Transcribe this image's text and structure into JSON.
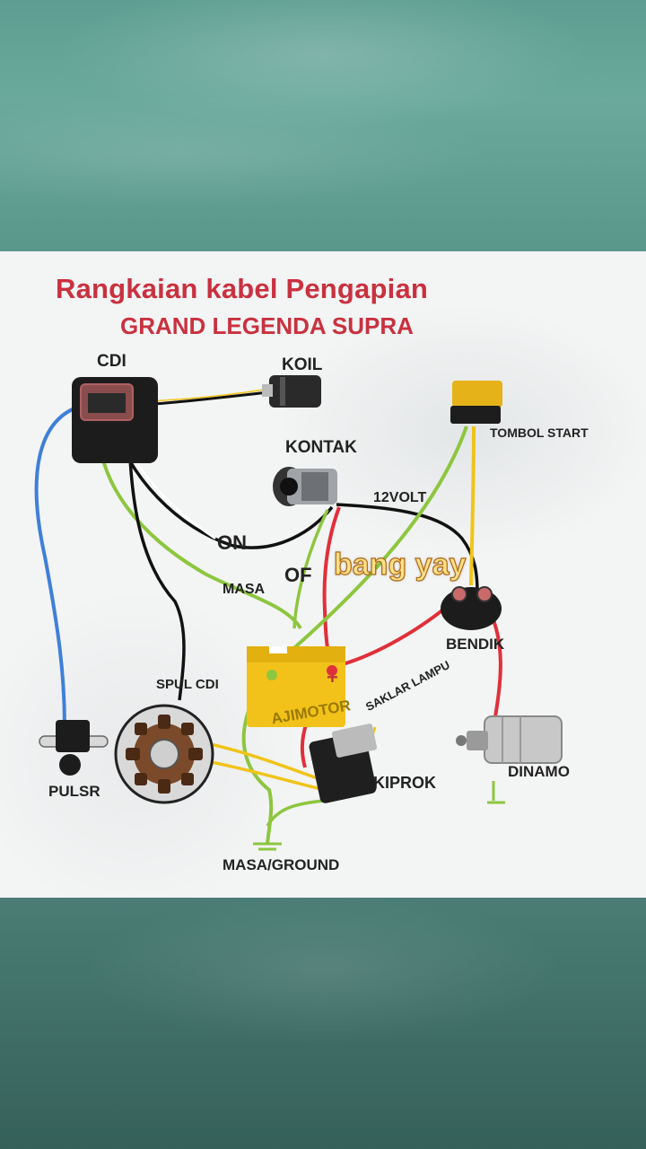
{
  "title": "Rangkaian kabel Pengapian",
  "subtitle": "GRAND LEGENDA SUPRA",
  "overlay_caption": "bang yay",
  "labels": {
    "cdi": "CDI",
    "koil": "KOIL",
    "kontak": "KONTAK",
    "tombol_start": "TOMBOL START",
    "volt": "12VOLT",
    "on": "ON",
    "of": "OF",
    "masa": "MASA",
    "bendik": "BENDIK",
    "spul_cdi": "SPUL CDI",
    "pulsr": "PULSR",
    "saklar_lampu": "SAKLAR LAMPU",
    "kiprok": "KIPROK",
    "dinamo": "DINAMO",
    "masa_ground": "MASA/GROUND",
    "battery_brand": "AJIMOTOR",
    "battery_plus": "+"
  },
  "colors": {
    "title": "#c9313f",
    "wire_blue": "#3f7fd8",
    "wire_green": "#8dc63f",
    "wire_black": "#111111",
    "wire_red": "#e0303a",
    "wire_yellow": "#f0c419",
    "battery": "#f2c21a"
  }
}
